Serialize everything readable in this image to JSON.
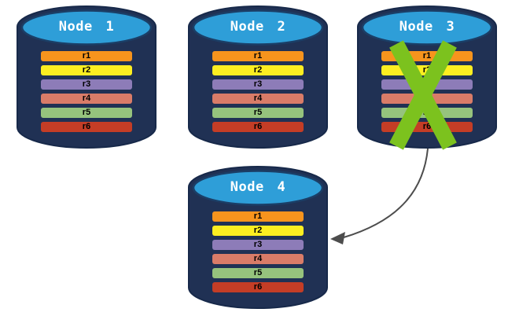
{
  "colors": {
    "background": "#FFFFFF",
    "cylinder_body": "#203154",
    "cylinder_border": "#17294A",
    "cylinder_top": "#2E9ED8",
    "cylinder_top_border": "#1B3E66",
    "node_label": "#FFFFFF",
    "row_text": "#000000",
    "failure_x": "#7CC21E",
    "arrow": "#4D4D4D"
  },
  "nodes": [
    {
      "label": "Node 1",
      "failed": false,
      "rows": [
        {
          "label": "r1",
          "color": "#F7941D"
        },
        {
          "label": "r2",
          "color": "#FCEE21"
        },
        {
          "label": "r3",
          "color": "#8D7CB8"
        },
        {
          "label": "r4",
          "color": "#D97C68"
        },
        {
          "label": "r5",
          "color": "#96C37D"
        },
        {
          "label": "r6",
          "color": "#C43D26"
        }
      ]
    },
    {
      "label": "Node 2",
      "failed": false,
      "rows": [
        {
          "label": "r1",
          "color": "#F7941D"
        },
        {
          "label": "r2",
          "color": "#FCEE21"
        },
        {
          "label": "r3",
          "color": "#8D7CB8"
        },
        {
          "label": "r4",
          "color": "#D97C68"
        },
        {
          "label": "r5",
          "color": "#96C37D"
        },
        {
          "label": "r6",
          "color": "#C43D26"
        }
      ]
    },
    {
      "label": "Node 3",
      "failed": true,
      "rows": [
        {
          "label": "r1",
          "color": "#F7941D"
        },
        {
          "label": "r2",
          "color": "#FCEE21"
        },
        {
          "label": "r3",
          "color": "#8D7CB8"
        },
        {
          "label": "r4",
          "color": "#D97C68"
        },
        {
          "label": "r5",
          "color": "#96C37D"
        },
        {
          "label": "r6",
          "color": "#C43D26"
        }
      ]
    },
    {
      "label": "Node 4",
      "failed": false,
      "rows": [
        {
          "label": "r1",
          "color": "#F7941D"
        },
        {
          "label": "r2",
          "color": "#FCEE21"
        },
        {
          "label": "r3",
          "color": "#8D7CB8"
        },
        {
          "label": "r4",
          "color": "#D97C68"
        },
        {
          "label": "r5",
          "color": "#96C37D"
        },
        {
          "label": "r6",
          "color": "#C43D26"
        }
      ]
    }
  ],
  "failure": {
    "marker": "X",
    "node": "Node 3"
  },
  "arrow": {
    "from": "Node 3",
    "to": "Node 4"
  }
}
